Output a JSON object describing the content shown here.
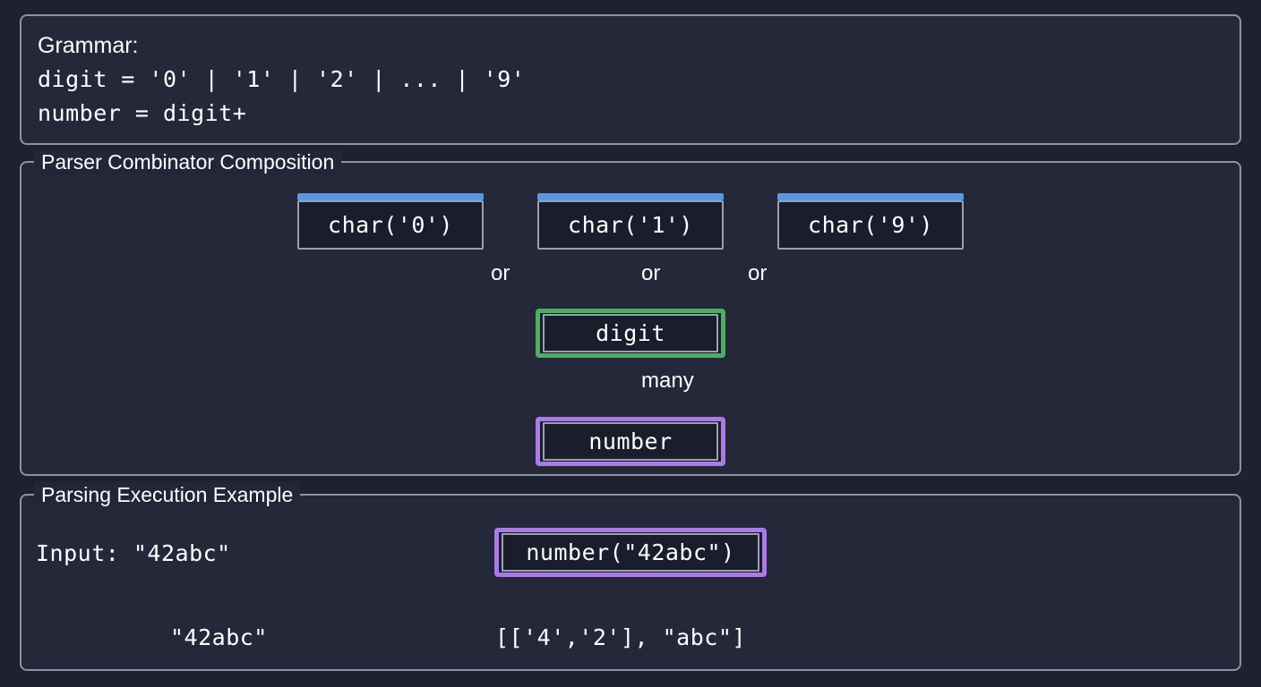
{
  "panels": {
    "grammar": {
      "heading": "Grammar:",
      "lines": [
        "digit = '0' | '1' | '2' | ... | '9'",
        "number = digit+"
      ]
    },
    "composition": {
      "title": "Parser Combinator Composition",
      "leaf_nodes": [
        {
          "label": "char('0')",
          "accent_color": "#549ae8"
        },
        {
          "label": "char('1')",
          "accent_color": "#549ae8"
        },
        {
          "label": "char('9')",
          "accent_color": "#549ae8"
        }
      ],
      "digit_node": {
        "label": "digit",
        "border_color": "#4caf63"
      },
      "number_node": {
        "label": "number",
        "border_color": "#a97ae8"
      },
      "edge_labels": {
        "or_left": "or",
        "or_center": "or",
        "or_right": "or",
        "many": "many"
      }
    },
    "execution": {
      "title": "Parsing Execution Example",
      "input_label": "Input: \"42abc\"",
      "input_result": "\"42abc\"",
      "call_node": {
        "label": "number(\"42abc\")",
        "border_color": "#a97ae8"
      },
      "call_result": "[['4','2'], \"abc\"]"
    }
  },
  "colors": {
    "page_background": "#1e2130",
    "panel_background": "#242838",
    "panel_border": "#8c93a6",
    "node_background": "#1a1d2b",
    "node_border": "#9aa0b0",
    "accent_blue": "#549ae8",
    "accent_green": "#4caf63",
    "accent_purple": "#a97ae8",
    "arrow": "#8a90a2",
    "text": "#ffffff"
  }
}
